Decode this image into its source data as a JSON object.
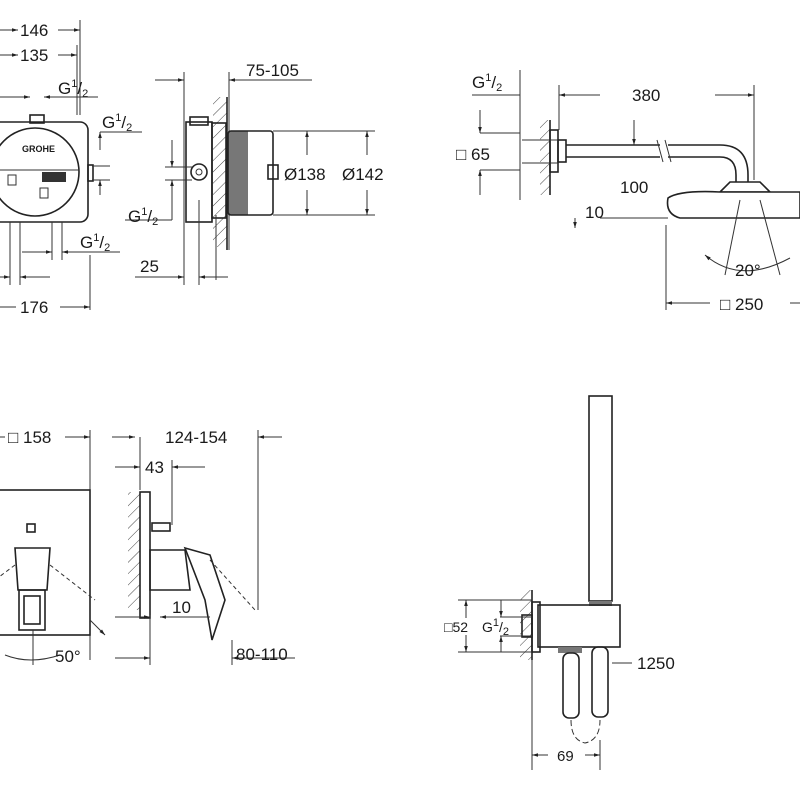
{
  "g_label": {
    "letter": "G",
    "num": "1",
    "slash": "/",
    "den": "2"
  },
  "rough_in_box": {
    "brand_logo": "GROHE",
    "dims": {
      "width_outer": "146",
      "width_inner": "135",
      "width_total": "176",
      "depth": "75-105",
      "offset": "25",
      "diameter_inner": "Ø138",
      "diameter_outer": "Ø142"
    }
  },
  "head_shower": {
    "dims": {
      "arm_length": "380",
      "flange": "□ 65",
      "drop": "100",
      "gap": "10",
      "angle": "20°",
      "head_size": "□ 250"
    }
  },
  "mixer_trim": {
    "dims": {
      "plate_size": "□ 158",
      "depth_range": "124-154",
      "lever_depth": "43",
      "plate_offset": "10",
      "wall_range": "80-110",
      "rotation": "50°"
    }
  },
  "hand_shower": {
    "dims": {
      "outlet_size": "□52",
      "projection": "69",
      "hose_length": "1250"
    }
  }
}
